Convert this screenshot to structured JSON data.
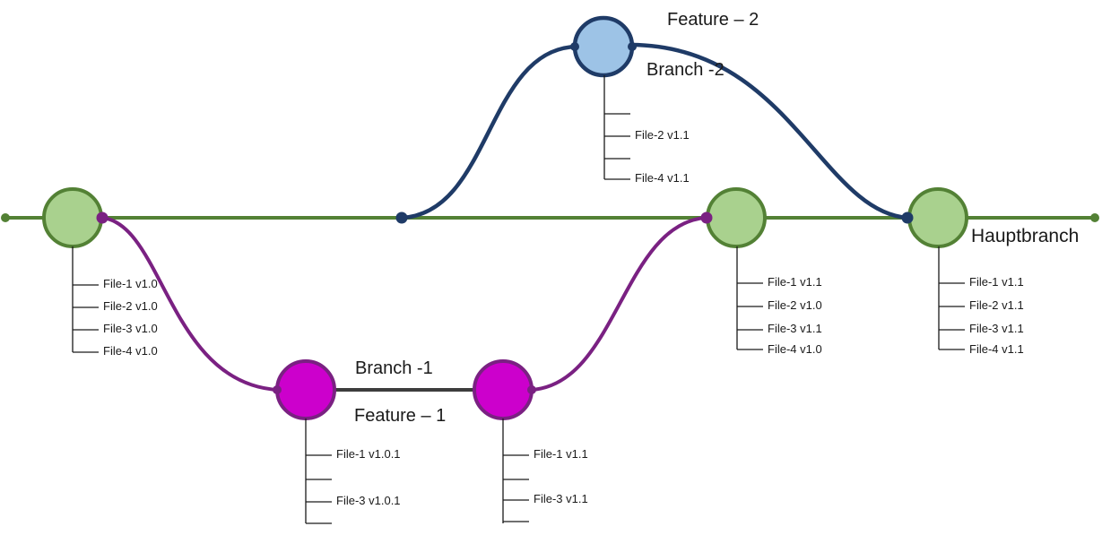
{
  "colors": {
    "main_branch": "#538135",
    "main_commit_fill": "#a9d18e",
    "feature2_stroke": "#1f3b67",
    "feature2_fill": "#9dc3e6",
    "feature1_stroke": "#7a2182",
    "feature1_fill": "#cc00cc",
    "branch1_connector": "#3d3d3d",
    "ink": "#1a1a1a"
  },
  "labels": {
    "main_branch": "Hauptbranch",
    "feature2_title": "Feature – 2",
    "feature2_branch": "Branch -2",
    "feature1_branch": "Branch -1",
    "feature1_title": "Feature – 1"
  },
  "commits": {
    "main_1": {
      "files": [
        "File-1 v1.0",
        "File-2 v1.0",
        "File-3 v1.0",
        "File-4 v1.0"
      ]
    },
    "main_2": {
      "files": [
        "File-1 v1.1",
        "File-2 v1.0",
        "File-3 v1.1",
        "File-4 v1.0"
      ]
    },
    "main_3": {
      "files": [
        "File-1 v1.1",
        "File-2 v1.1",
        "File-3 v1.1",
        "File-4 v1.1"
      ]
    },
    "feature2_commit": {
      "files": [
        "File-2 v1.1",
        "File-4 v1.1"
      ]
    },
    "feature1_commit_1": {
      "files": [
        "File-1 v1.0.1",
        "File-3 v1.0.1"
      ]
    },
    "feature1_commit_2": {
      "files": [
        "File-1 v1.1",
        "File-3 v1.1"
      ]
    }
  }
}
